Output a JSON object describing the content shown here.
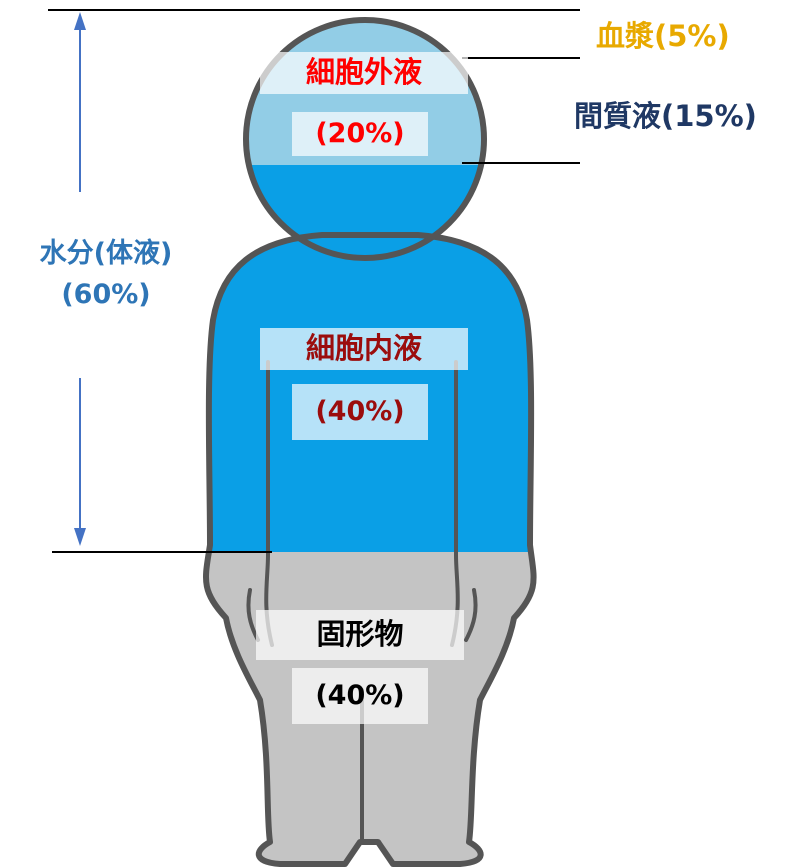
{
  "colors": {
    "plasma": "#e8a900",
    "interstitial": "#1f3864",
    "body_water": "#2e75b6",
    "extracellular": "#ff0000",
    "intracellular": "#9b0d0d",
    "solids": "#000000",
    "skin_top": "#92cde6",
    "skin_mid": "#0a9fe6",
    "skin_bottom": "#c4c4c4",
    "outline": "#555555"
  },
  "labels": {
    "plasma": "血漿(5%)",
    "interstitial": "間質液(15%)",
    "body_water_name": "水分(体液)",
    "body_water_pct": "(60%)",
    "extracellular_name": "細胞外液",
    "extracellular_pct": "(20%)",
    "intracellular_name": "細胞内液",
    "intracellular_pct": "(40%)",
    "solids_name": "固形物",
    "solids_pct": "(40%)"
  }
}
